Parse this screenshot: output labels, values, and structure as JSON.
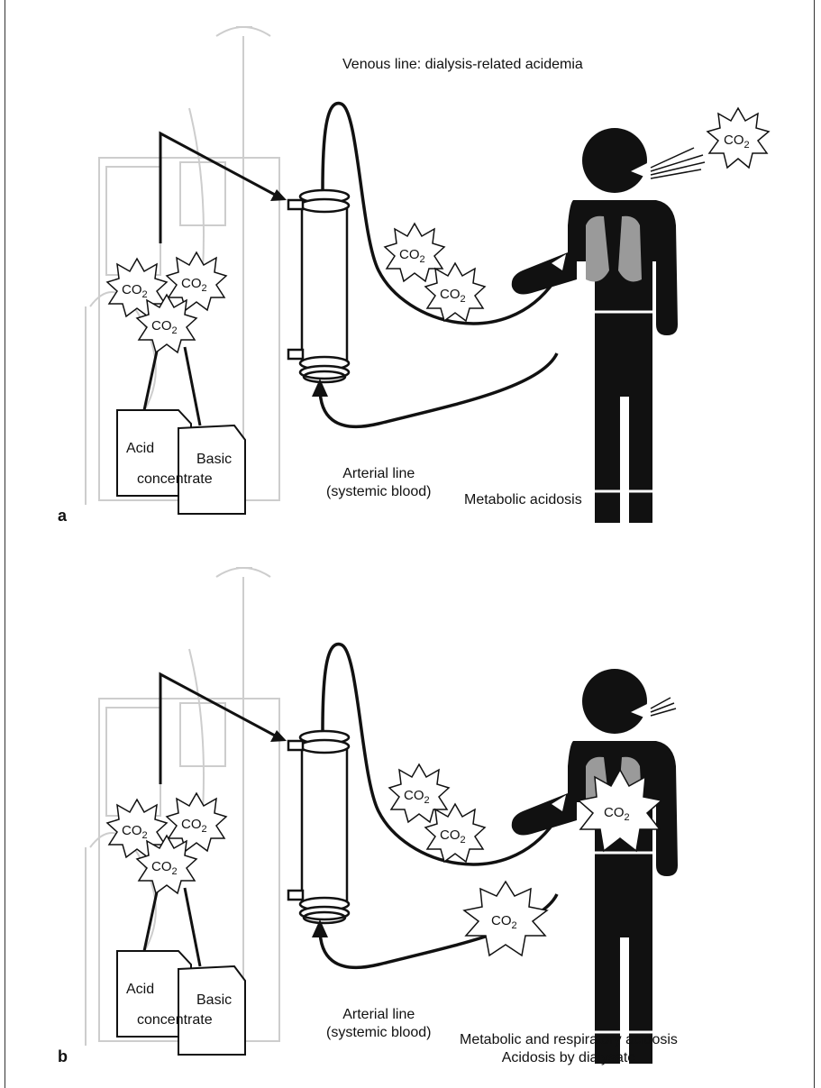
{
  "co2": {
    "text": "CO",
    "sub": "2"
  },
  "panel_a": {
    "label": "a",
    "top_caption": "Venous line: dialysis-related acidemia",
    "bag_acid": "Acid",
    "bag_basic": "Basic",
    "bag_concentrate": "concentrate",
    "arterial_line_1": "Arterial line",
    "arterial_line_2": "(systemic blood)",
    "bottom_caption_1": "Metabolic acidosis",
    "bottom_caption_2": ""
  },
  "panel_b": {
    "label": "b",
    "top_caption": "",
    "bag_acid": "Acid",
    "bag_basic": "Basic",
    "bag_concentrate": "concentrate",
    "arterial_line_1": "Arterial line",
    "arterial_line_2": "(systemic blood)",
    "bottom_caption_1": "Metabolic and respiratory acidosis",
    "bottom_caption_2": "Acidosis by dialysate"
  },
  "colors": {
    "ink": "#111111",
    "machine_ghost": "#c8c8c8",
    "lung": "#9a9a9a"
  }
}
